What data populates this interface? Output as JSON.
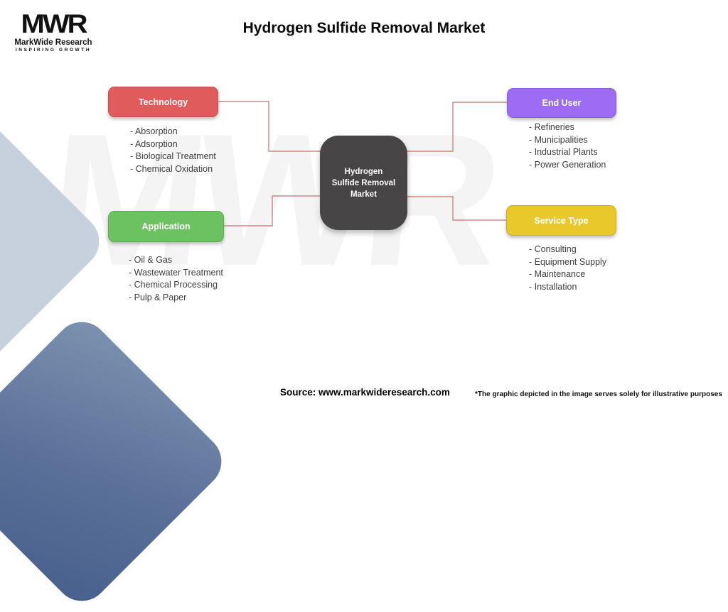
{
  "logo": {
    "acronym": "MWR",
    "name": "MarkWide Research",
    "tagline": "INSPIRING GROWTH"
  },
  "title": "Hydrogen Sulfide Removal Market",
  "watermark": {
    "text": "MWR"
  },
  "center": {
    "label": "Hydrogen Sulfide Removal Market",
    "color": "#474545"
  },
  "connector_color": "#c4736c",
  "categories": [
    {
      "id": "technology",
      "label": "Technology",
      "color": "#e05c5c",
      "items": [
        "- Absorption",
        "- Adsorption",
        "- Biological Treatment",
        "- Chemical Oxidation"
      ]
    },
    {
      "id": "end-user",
      "label": "End User",
      "color": "#9d6cf4",
      "items": [
        "- Refineries",
        "- Municipalities",
        "- Industrial Plants",
        "- Power Generation"
      ]
    },
    {
      "id": "application",
      "label": "Application",
      "color": "#6cc261",
      "items": [
        "- Oil & Gas",
        "- Wastewater Treatment",
        "- Chemical Processing",
        "- Pulp & Paper"
      ]
    },
    {
      "id": "service-type",
      "label": "Service Type",
      "color": "#e8c82b",
      "items": [
        "- Consulting",
        "- Equipment Supply",
        "- Maintenance",
        "- Installation"
      ]
    }
  ],
  "footer": {
    "source": "Source: www.markwideresearch.com",
    "disclaimer": "*The graphic depicted in the image serves solely for illustrative purposes"
  },
  "decor": {
    "diamond_light": "#c7d0dd",
    "diamond_blue": "#5a7098"
  }
}
